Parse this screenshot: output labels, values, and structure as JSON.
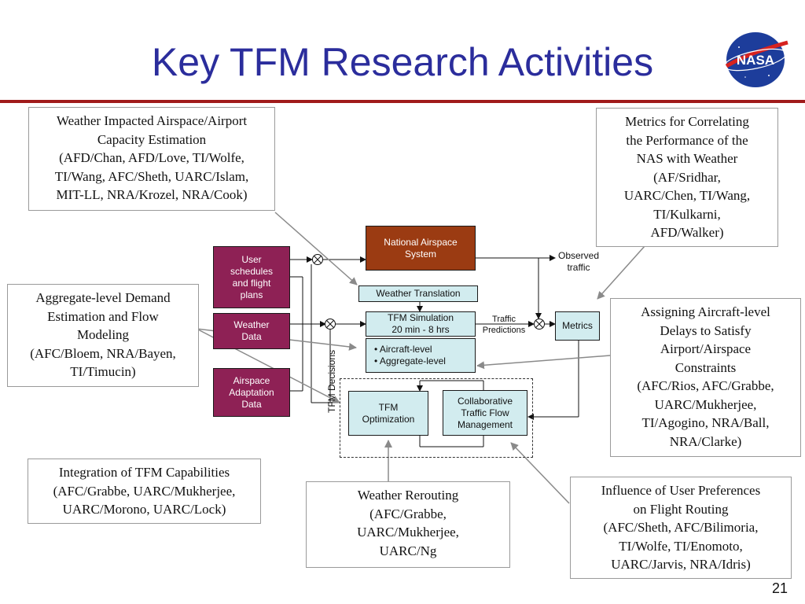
{
  "slide": {
    "title": "Key TFM Research Activities",
    "page_number": "21",
    "logo_text": "NASA",
    "colors": {
      "title": "#2b2d9c",
      "rule": "#a01b1b",
      "maroon_box": "#8e2155",
      "brown_box": "#9b3b12",
      "cyan_box": "#d2ecef"
    }
  },
  "notes": {
    "weather_capacity": [
      "Weather Impacted Airspace/Airport",
      "Capacity Estimation",
      "(AFD/Chan, AFD/Love, TI/Wolfe,",
      "TI/Wang, AFC/Sheth, UARC/Islam,",
      "MIT-LL, NRA/Krozel, NRA/Cook)"
    ],
    "metrics_correlating": [
      "Metrics for Correlating",
      "the Performance of the",
      "NAS with Weather",
      "(AF/Sridhar,",
      "UARC/Chen, TI/Wang,",
      "TI/Kulkarni,",
      "AFD/Walker)"
    ],
    "aggregate_demand": [
      "Aggregate-level Demand",
      "Estimation and Flow",
      "Modeling",
      "(AFC/Bloem, NRA/Bayen,",
      "TI/Timucin)"
    ],
    "aircraft_delays": [
      "Assigning Aircraft-level",
      "Delays to Satisfy",
      "Airport/Airspace",
      "Constraints",
      "(AFC/Rios, AFC/Grabbe,",
      "UARC/Mukherjee,",
      "TI/Agogino, NRA/Ball,",
      "NRA/Clarke)"
    ],
    "integration": [
      "Integration of TFM Capabilities",
      "(AFC/Grabbe, UARC/Mukherjee,",
      "UARC/Morono, UARC/Lock)"
    ],
    "weather_rerouting": [
      "Weather Rerouting",
      "(AFC/Grabbe,",
      "UARC/Mukherjee,",
      "UARC/Ng"
    ],
    "user_preferences": [
      "Influence of User Preferences",
      "on Flight Routing",
      "(AFC/Sheth, AFC/Bilimoria,",
      "TI/Wolfe, TI/Enomoto,",
      "UARC/Jarvis, NRA/Idris)"
    ]
  },
  "diagram": {
    "user_schedules": [
      "User",
      "schedules",
      "and flight",
      "plans"
    ],
    "weather_data": [
      "Weather",
      "Data"
    ],
    "airspace_data": [
      "Airspace",
      "Adaptation",
      "Data"
    ],
    "national_airspace": [
      "National Airspace",
      "System"
    ],
    "weather_translation": [
      "Weather Translation"
    ],
    "tfm_simulation": [
      "TFM Simulation",
      "20 min - 8 hrs"
    ],
    "simulation_levels": [
      "• Aircraft-level",
      "• Aggregate-level"
    ],
    "metrics": [
      "Metrics"
    ],
    "tfm_optimization": [
      "TFM",
      "Optimization"
    ],
    "collaborative": [
      "Collaborative",
      "Traffic Flow",
      "Management"
    ],
    "observed_traffic": [
      "Observed",
      "traffic"
    ],
    "traffic_predictions": [
      "Traffic",
      "Predictions"
    ],
    "tfm_decisions": "TFM Decisions"
  }
}
